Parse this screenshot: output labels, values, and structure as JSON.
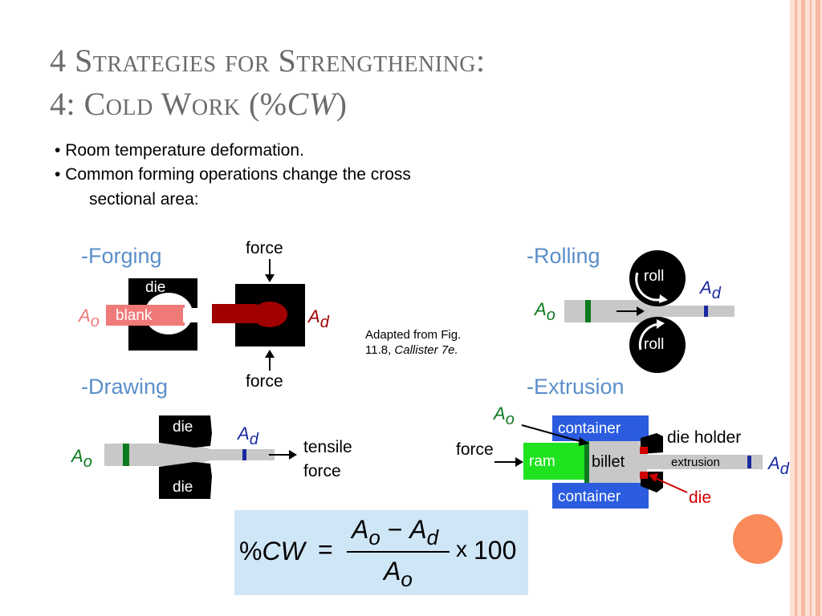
{
  "title": {
    "line1": "4 Strategies for Strengthening:",
    "line2_prefix": "4: Cold Work (%",
    "line2_italic": "CW",
    "line2_suffix": ")"
  },
  "bullets": [
    "Room temperature deformation.",
    "Common forming operations change the cross",
    "sectional area:"
  ],
  "sections": {
    "forging": "-Forging",
    "rolling": "-Rolling",
    "drawing": "-Drawing",
    "extrusion": "-Extrusion"
  },
  "forging": {
    "force_top": "force",
    "force_bottom": "force",
    "die": "die",
    "blank": "blank",
    "ao_base": "A",
    "ao_sub": "o",
    "ad_base": "A",
    "ad_sub": "d"
  },
  "rolling": {
    "roll_top": "roll",
    "roll_bottom": "roll",
    "ao_base": "A",
    "ao_sub": "o",
    "ad_base": "A",
    "ad_sub": "d"
  },
  "credit": {
    "line1": "Adapted from Fig.",
    "line2_prefix": "11.8, ",
    "line2_italic": "Callister 7e."
  },
  "drawing": {
    "die_top": "die",
    "die_bottom": "die",
    "tensile_line1": "tensile",
    "tensile_line2": "force",
    "ao_base": "A",
    "ao_sub": "o",
    "ad_base": "A",
    "ad_sub": "d"
  },
  "extrusion": {
    "container_top": "container",
    "container_bottom": "container",
    "force": "force",
    "ram": "ram",
    "billet": "billet",
    "die_holder": "die holder",
    "extrusion": "extrusion",
    "die": "die",
    "ao_base": "A",
    "ao_sub": "o",
    "ad_base": "A",
    "ad_sub": "d"
  },
  "formula": {
    "lhs_prefix": "%",
    "lhs_italic": "CW",
    "equals": "=",
    "num_a1": "A",
    "num_s1": "o",
    "minus": "−",
    "num_a2": "A",
    "num_s2": "d",
    "den_a": "A",
    "den_s": "o",
    "times": "x",
    "hundred": "100"
  },
  "colors": {
    "title": "#6b6b6b",
    "section": "#5b8fc9",
    "pink": "#f07a78",
    "darkred": "#a00000",
    "green": "#0c7a1e",
    "blue": "#2b5ce0",
    "navy": "#1a2aa0",
    "bright_green": "#1ee31e",
    "formula_bg": "#cfe6f7",
    "circle": "#fa8a5a"
  }
}
